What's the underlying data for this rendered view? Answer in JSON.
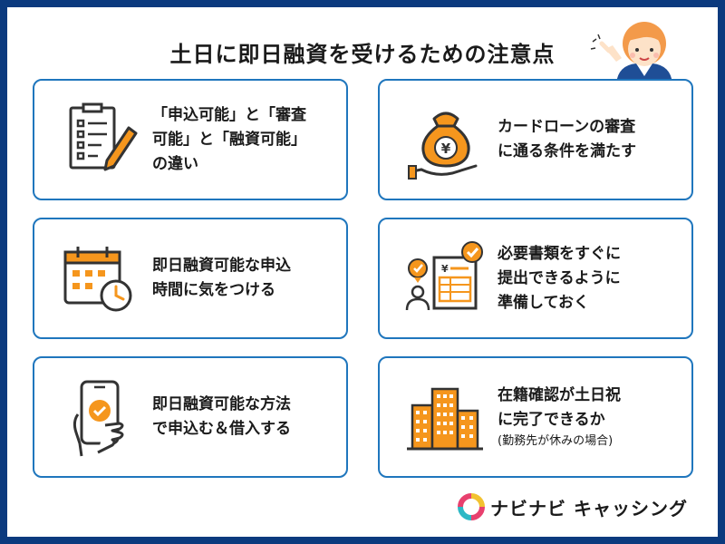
{
  "title": "土日に即日融資を受けるための注意点",
  "cards": [
    {
      "lines": [
        "「申込可能」と「審査",
        "可能」と「融資可能」",
        "の違い"
      ],
      "icon": "clipboard-pencil-icon"
    },
    {
      "lines": [
        "カードローンの審査",
        "に通る条件を満たす"
      ],
      "icon": "money-bag-yen-icon"
    },
    {
      "lines": [
        "即日融資可能な申込",
        "時間に気をつける"
      ],
      "icon": "calendar-clock-icon"
    },
    {
      "lines": [
        "必要書類をすぐに",
        "提出できるように",
        "準備しておく"
      ],
      "icon": "document-check-icon"
    },
    {
      "lines": [
        "即日融資可能な方法",
        "で申込む＆借入する"
      ],
      "icon": "smartphone-check-icon"
    },
    {
      "lines": [
        "在籍確認が土日祝",
        "に完了できるか"
      ],
      "sub": "(勤務先が休みの場合)",
      "icon": "office-building-icon"
    }
  ],
  "brand": {
    "name": "ナビナビ キャッシング"
  },
  "colors": {
    "frame": "#0b3a7e",
    "border": "#1f76bd",
    "accent": "#f5961d",
    "text": "#1a1a1a"
  }
}
